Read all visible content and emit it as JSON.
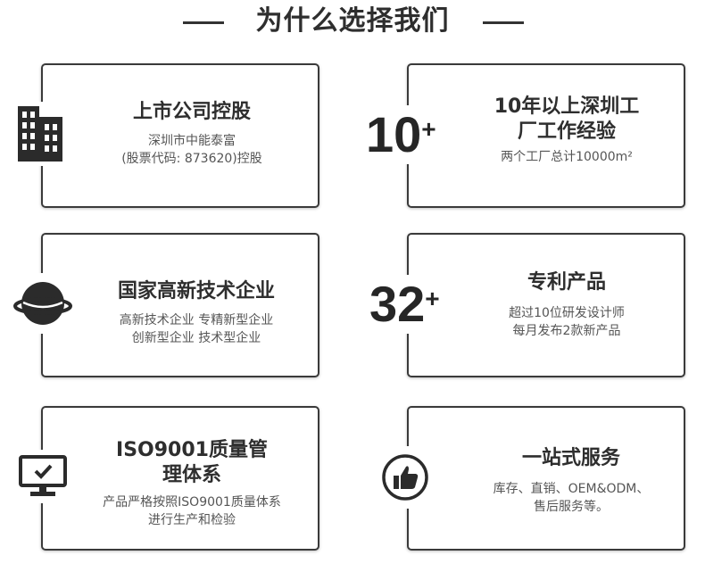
{
  "header": {
    "title": "为什么选择我们"
  },
  "cards": [
    {
      "title": "上市公司控股",
      "line1": "深圳市中能泰富",
      "line2": "(股票代码: 873620)控股",
      "icon": "building-icon"
    },
    {
      "number": "10",
      "sup": "+",
      "title_line1": "10年以上深圳工",
      "title_line2": "厂工作经验",
      "subtitle": "两个工厂总计10000m²"
    },
    {
      "title": "国家高新技术企业",
      "line1": "高新技术企业 专精新型企业",
      "line2": "创新型企业 技术型企业",
      "icon": "planet-icon"
    },
    {
      "number": "32",
      "sup": "+",
      "title": "专利产品",
      "line1": "超过10位研发设计师",
      "line2": "每月发布2款新产品"
    },
    {
      "title_line1": "ISO9001质量管",
      "title_line2": "理体系",
      "line1": "产品严格按照ISO9001质量体系",
      "line2": "进行生产和检验",
      "icon": "monitor-check-icon"
    },
    {
      "title": "一站式服务",
      "line1": "库存、直销、OEM&ODM、",
      "line2": "售后服务等。",
      "icon": "thumbs-up-icon"
    }
  ]
}
